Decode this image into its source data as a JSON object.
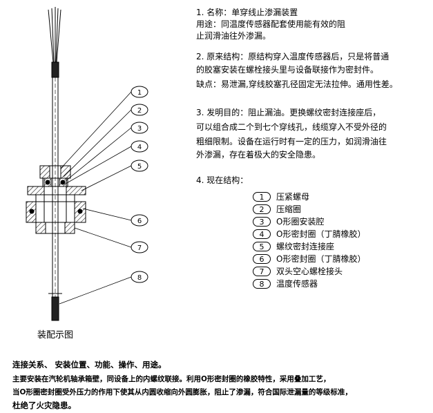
{
  "figure": {
    "caption": "装配示图",
    "callouts": [
      "1",
      "2",
      "3",
      "4",
      "5",
      "6",
      "7",
      "8"
    ]
  },
  "sections": {
    "s1_line1": "1. 名称：单穿线止渗漏装置",
    "s1_line2": "用途：同温度传感器配套使用能有效的阻",
    "s1_line3": "止润滑油往外渗漏。",
    "s2_line1": "2. 原来结构：原结构穿入温度传感器后，只是将普通",
    "s2_line2": "的胶塞安装在螺栓接头里与设备联接作为密封件。",
    "s2_line3": "缺点：易泄漏,穿线胶塞孔径固定无法拉伸。通用性差。",
    "s3_line1": "3. 发明目的：阻止漏油。更换螺纹密封连接座后，",
    "s3_line2": "可以组合成二个到七个穿线孔，线缆穿入不受外径的",
    "s3_line3": "粗细限制。设备在运行时有一定的压力，如润滑油往",
    "s3_line4": "外渗漏，存在着极大的安全隐患。",
    "s4_title": "4. 现在结构："
  },
  "legend": [
    {
      "num": "1",
      "label": "压紧螺母"
    },
    {
      "num": "2",
      "label": "压缩圈"
    },
    {
      "num": "3",
      "label": "O形圈安装腔"
    },
    {
      "num": "4",
      "label": "O形密封圈（丁腈橡胶）"
    },
    {
      "num": "5",
      "label": "螺纹密封连接座"
    },
    {
      "num": "6",
      "label": "O形密封圈（丁腈橡胶）"
    },
    {
      "num": "7",
      "label": "双头空心螺栓接头"
    },
    {
      "num": "8",
      "label": "温度传感器"
    }
  ],
  "bottom_text": {
    "line1": "连接关系、  安装位置、功能、操作、用途。",
    "line2": "    主要安装在汽轮机轴承箱壁，同设备上的内螺纹联接。利用O形密封圈的橡胶特性，采用叠加工艺，",
    "line3": "当O形圈密封圈受外压力的作用下使其从内圆收缩向外圆膨胀，阻止了渗漏，符合国际泄漏量的等级标准，",
    "line4": "杜绝了火灾隐患。"
  }
}
